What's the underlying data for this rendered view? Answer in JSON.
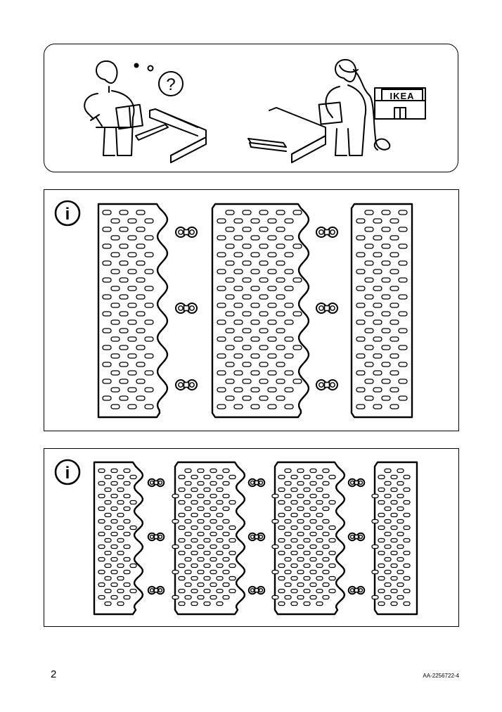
{
  "help": {
    "question_mark": "?",
    "store_sign": "IKEA"
  },
  "info_icon_glyph": "i",
  "panels": [
    {
      "name": "three-panel-layout",
      "panel_count": 3,
      "connector_rows": 3
    },
    {
      "name": "four-panel-layout",
      "panel_count": 4,
      "connector_rows": 3
    }
  ],
  "footer": {
    "page_number": "2",
    "doc_code": "AA-2256722-4"
  }
}
